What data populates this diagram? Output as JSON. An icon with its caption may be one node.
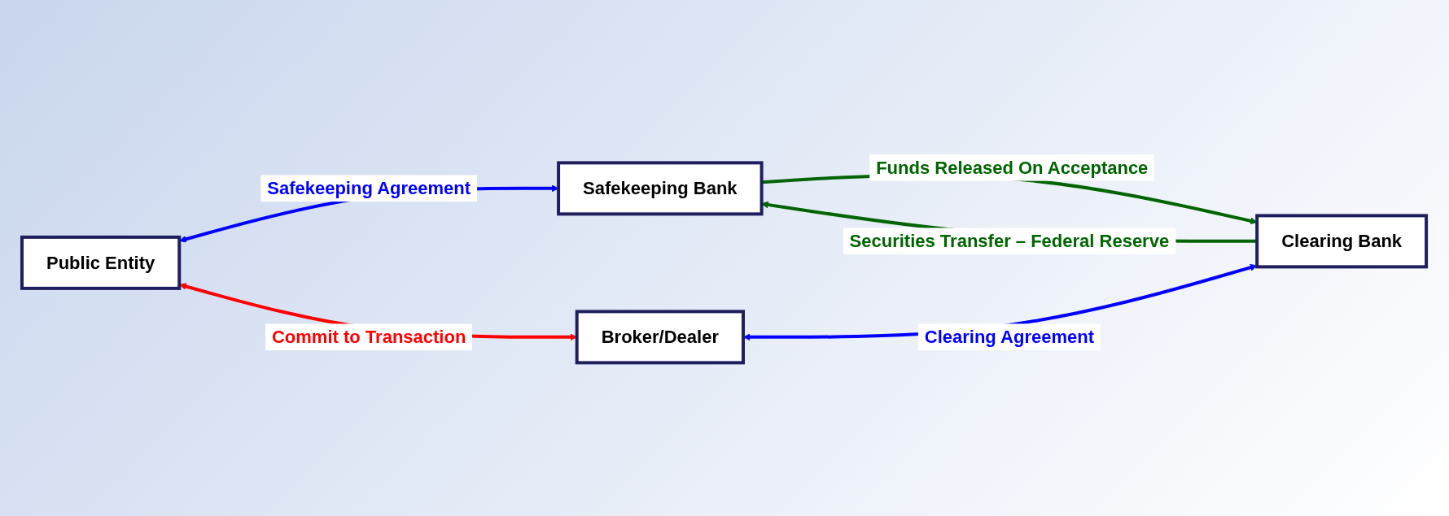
{
  "diagram": {
    "nodes": [
      {
        "text": [
          "Public Entity"
        ]
      },
      {
        "text": [
          "Safekeeping Bank"
        ]
      },
      {
        "text": [
          "Broker/Dealer"
        ]
      },
      {
        "text": [
          "Clearing Bank"
        ]
      }
    ],
    "edges": [
      {
        "from": 0,
        "to": 1,
        "arrow": "both",
        "label": "Safekeeping Agreement",
        "color": "#0000ff"
      },
      {
        "from": 0,
        "to": 2,
        "arrow": "both",
        "label": "Commit to Transaction",
        "color": "#ff0000"
      },
      {
        "from": 3,
        "to": 1,
        "arrow": "to",
        "label": "Securities Transfer – Federal Reserve",
        "color": "#006400"
      },
      {
        "from": 1,
        "to": 3,
        "arrow": "to",
        "label": "Funds Released On Acceptance",
        "color": "#006400"
      },
      {
        "from": 2,
        "to": 3,
        "arrow": "both",
        "label": "Clearing Agreement",
        "color": "#0000ff"
      }
    ]
  }
}
